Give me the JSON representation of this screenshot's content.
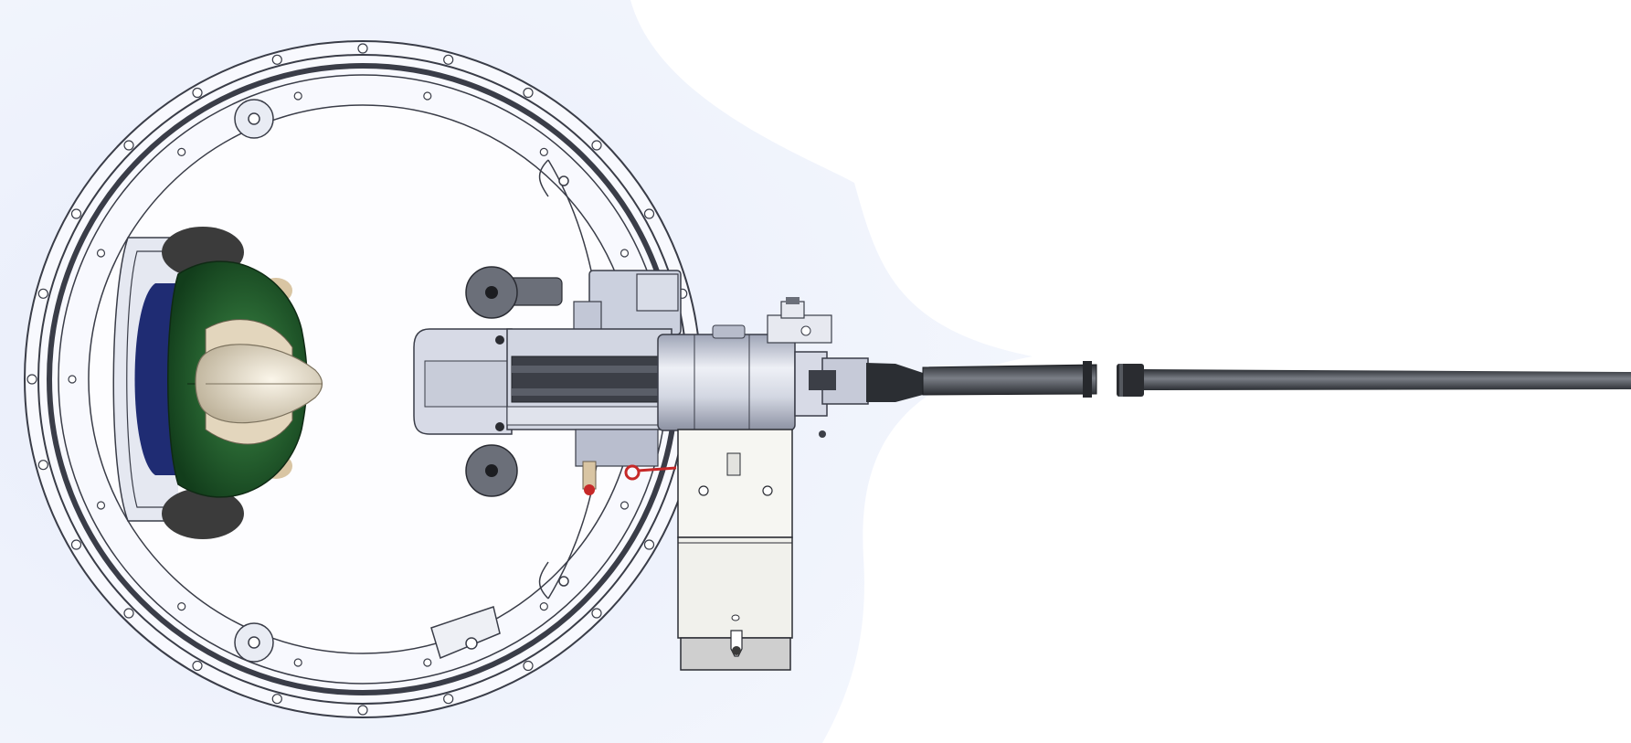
{
  "colors": {
    "background": "#ffffff",
    "glow": "#eef2fc",
    "ring_stroke": "#3a3d48",
    "ring_fill": "#fbfcff",
    "metal_light": "#dfe2ec",
    "metal_mid": "#b7bccb",
    "metal_dark": "#4a4e5a",
    "barrel": "#55595f",
    "barrel_dark": "#2c2f33",
    "box_fill": "#f6f6f2",
    "box_bottom": "#cfcfcf",
    "jacket_green": "#1f5a2b",
    "jacket_highlight": "#3f8a47",
    "helmet": "#e6dcc8",
    "skin": "#d9c5a3",
    "pants_blue": "#1f2c73",
    "boot_dark": "#3a3a3a",
    "red_handle": "#c62828"
  },
  "components": [
    {
      "name": "turret-ring",
      "icon": "ring-icon"
    },
    {
      "name": "gunner-figure",
      "icon": "person-icon"
    },
    {
      "name": "machine-gun-receiver",
      "icon": "receiver-icon"
    },
    {
      "name": "gun-barrel",
      "icon": "barrel-icon"
    },
    {
      "name": "ammunition-box",
      "icon": "ammo-box-icon"
    },
    {
      "name": "spade-grips",
      "icon": "grip-icon"
    }
  ]
}
